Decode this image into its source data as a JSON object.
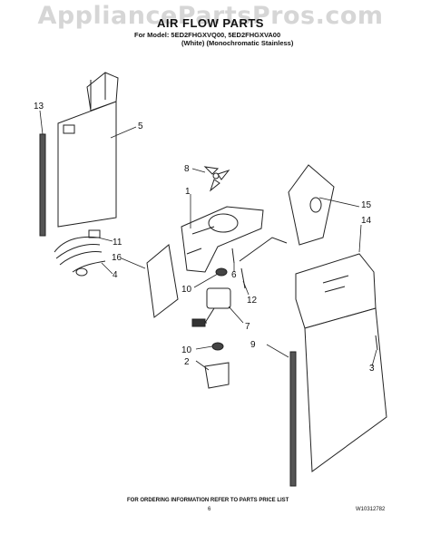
{
  "watermark": "AppliancePartsPros.com",
  "header": {
    "title": "AIR FLOW PARTS",
    "model_line_1": "For Model: 5ED2FHGXVQ00, 5ED2FHGXVA00",
    "model_line_2": "(White)  (Monochromatic Stainless)"
  },
  "callouts": [
    "13",
    "5",
    "8",
    "1",
    "15",
    "14",
    "11",
    "16",
    "4",
    "6",
    "10",
    "12",
    "7",
    "9",
    "10",
    "2",
    "3"
  ],
  "footer": {
    "ordering_note": "FOR ORDERING INFORMATION REFER TO PARTS PRICE LIST",
    "page_number": "6",
    "doc_number": "W10312782"
  }
}
